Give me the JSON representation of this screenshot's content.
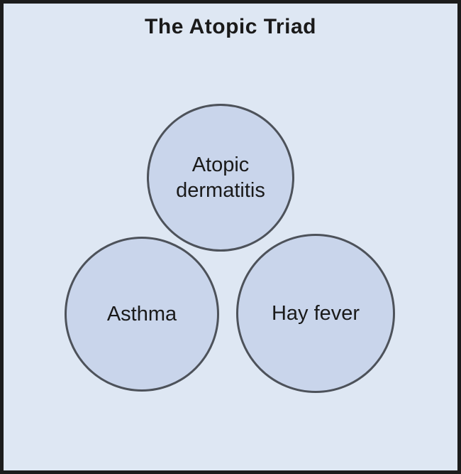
{
  "title": "The Atopic Triad",
  "diagram": {
    "circles": [
      {
        "id": "atopic-dermatitis",
        "label": "Atopic dermatitis"
      },
      {
        "id": "asthma",
        "label": "Asthma"
      },
      {
        "id": "hay-fever",
        "label": "Hay fever"
      }
    ]
  },
  "colors": {
    "background": "#dee7f3",
    "circle_fill": "#c9d5eb",
    "circle_stroke": "#4d525a",
    "frame_border": "#1c1c1c",
    "text": "#1a1a1a"
  }
}
